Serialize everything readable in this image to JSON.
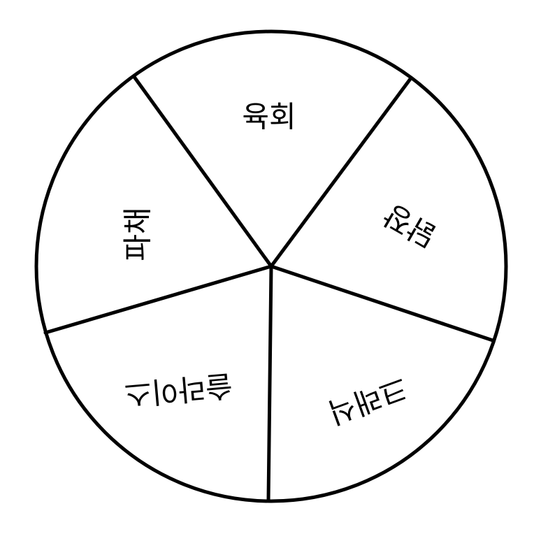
{
  "diagram": {
    "type": "pie-wheel",
    "stroke_color": "#000000",
    "fill_color": "#ffffff",
    "sectors": [
      {
        "label": "육회",
        "rotation_deg": 0
      },
      {
        "label": "닭장",
        "rotation_deg": 210
      },
      {
        "label": "크래식",
        "rotation_deg": 160
      },
      {
        "label": "슬라이스",
        "rotation_deg": 175
      },
      {
        "label": "파채",
        "rotation_deg": 270
      }
    ]
  }
}
